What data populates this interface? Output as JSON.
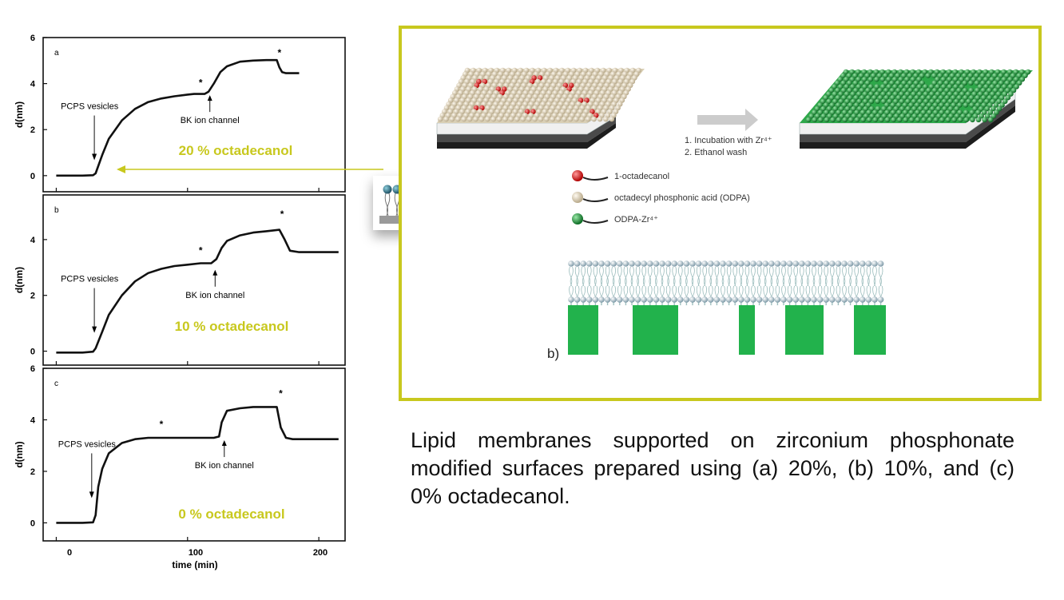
{
  "chart_data": [
    {
      "type": "line",
      "panel_letter": "a",
      "ylabel": "d(nm)",
      "xlim": [
        -10,
        220
      ],
      "ylim": [
        -0.7,
        6
      ],
      "yticks": [
        "0",
        "2",
        "4",
        "6"
      ],
      "xticks": [
        "0",
        "100",
        "200"
      ],
      "grid": false,
      "series": [
        {
          "x": [
            0,
            20,
            28,
            30,
            35,
            40,
            50,
            60,
            70,
            80,
            90,
            100,
            105,
            110,
            113,
            116,
            120,
            125,
            130,
            140,
            150,
            160,
            168,
            170,
            172,
            175,
            180,
            185
          ],
          "y": [
            0,
            0,
            0.02,
            0.1,
            0.9,
            1.6,
            2.4,
            2.9,
            3.2,
            3.35,
            3.45,
            3.52,
            3.55,
            3.55,
            3.55,
            3.65,
            4.0,
            4.5,
            4.75,
            4.95,
            5.0,
            5.02,
            5.02,
            4.7,
            4.5,
            4.45,
            4.45,
            4.45
          ]
        }
      ],
      "annotations": [
        {
          "text": "PCPS vesicles",
          "x": 29,
          "y": 0.6
        },
        {
          "text": "BK ion channel",
          "x": 117,
          "y": 3.6
        },
        {
          "text": "*",
          "x": 110,
          "y": 3.9
        },
        {
          "text": "*",
          "x": 170,
          "y": 5.2
        }
      ],
      "highlight": "20 % octadecanol"
    },
    {
      "type": "line",
      "panel_letter": "b",
      "ylabel": "d(nm)",
      "xlim": [
        -10,
        220
      ],
      "ylim": [
        -0.5,
        5.6
      ],
      "yticks": [
        "0",
        "2",
        "4"
      ],
      "xticks": [
        "0",
        "100",
        "200"
      ],
      "grid": false,
      "series": [
        {
          "x": [
            0,
            20,
            28,
            30,
            35,
            40,
            50,
            60,
            70,
            80,
            90,
            100,
            110,
            118,
            122,
            126,
            130,
            140,
            150,
            160,
            170,
            174,
            178,
            185,
            200,
            215
          ],
          "y": [
            -0.05,
            -0.05,
            -0.02,
            0.1,
            0.7,
            1.3,
            2.0,
            2.5,
            2.8,
            2.95,
            3.05,
            3.1,
            3.15,
            3.15,
            3.3,
            3.7,
            3.95,
            4.15,
            4.25,
            4.3,
            4.35,
            4.0,
            3.6,
            3.55,
            3.55,
            3.55
          ]
        }
      ],
      "annotations": [
        {
          "text": "PCPS vesicles",
          "x": 29,
          "y": 0.6
        },
        {
          "text": "BK ion channel",
          "x": 121,
          "y": 3.0
        },
        {
          "text": "*",
          "x": 110,
          "y": 3.5
        },
        {
          "text": "*",
          "x": 172,
          "y": 4.8
        }
      ],
      "highlight": "10 % octadecanol"
    },
    {
      "type": "line",
      "panel_letter": "c",
      "ylabel": "d(nm)",
      "xlabel": "time (min)",
      "xlim": [
        -10,
        220
      ],
      "ylim": [
        -0.7,
        6
      ],
      "yticks": [
        "0",
        "2",
        "4",
        "6"
      ],
      "xticks": [
        "0",
        "100",
        "200"
      ],
      "grid": false,
      "series": [
        {
          "x": [
            0,
            20,
            28,
            30,
            32,
            35,
            40,
            50,
            60,
            70,
            80,
            90,
            100,
            110,
            120,
            124,
            126,
            130,
            140,
            150,
            160,
            168,
            171,
            175,
            180,
            200,
            215
          ],
          "y": [
            0,
            0,
            0.02,
            0.3,
            1.4,
            2.1,
            2.7,
            3.1,
            3.25,
            3.3,
            3.3,
            3.3,
            3.3,
            3.3,
            3.3,
            3.35,
            3.9,
            4.35,
            4.45,
            4.5,
            4.5,
            4.5,
            3.7,
            3.3,
            3.25,
            3.25,
            3.25
          ]
        }
      ],
      "annotations": [
        {
          "text": "PCPS vesicles",
          "x": 27,
          "y": 0.9
        },
        {
          "text": "BK ion channel",
          "x": 128,
          "y": 3.3
        },
        {
          "text": "*",
          "x": 80,
          "y": 3.7
        },
        {
          "text": "*",
          "x": 171,
          "y": 4.9
        }
      ],
      "highlight": "0 % octadecanol"
    }
  ],
  "schematic": {
    "step1": "1.    Incubation with Zr⁴⁺",
    "step2": "2.    Ethanol wash",
    "legend": [
      {
        "label": "1-octadecanol",
        "color": "#d42020"
      },
      {
        "label": "octadecyl phosphonic acid (ODPA)",
        "color": "#e6dcc2"
      },
      {
        "label": "ODPA-Zr⁴⁺",
        "color": "#1a9e3a"
      }
    ],
    "panel_b_label": "b)",
    "accent_border": "#c8c81e",
    "highlight_color": "#c8c81e"
  },
  "caption": "Lipid membranes supported on zirconium phosphonate modified surfaces prepared using (a) 20%, (b) 10%, and (c) 0% octadecanol."
}
